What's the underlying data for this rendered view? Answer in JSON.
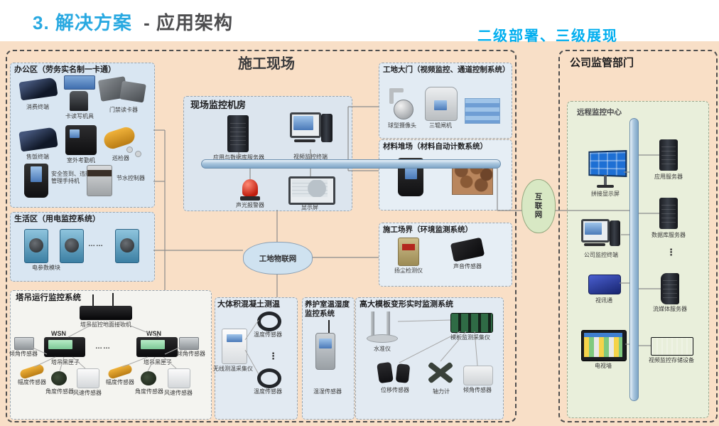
{
  "palette": {
    "accent_blue": "#29a9e1",
    "note_blue": "#00aeef",
    "page_peach": "#f8dfc7",
    "panel_blue": "#d9e6f2",
    "panel_green": "#e9efdb",
    "pipe_blue": "#a9c6de",
    "cloud_blue": "#cfe2f0",
    "cloud_green": "#d8e8c4"
  },
  "header": {
    "title_blue": "3. 解决方案",
    "title_gray": "- 应用架构",
    "deploy_note": "二级部署、三级展现"
  },
  "site": {
    "title": "施工现场",
    "iot_cloud_label": "工地物联网",
    "office": {
      "title": "办公区（劳务实名制一卡通）",
      "devices": [
        {
          "label": "消费终端"
        },
        {
          "label": "卡读写机具"
        },
        {
          "label": "门禁读卡器"
        },
        {
          "label": "售饭终端"
        },
        {
          "label": "室外考勤机"
        },
        {
          "label": "巡检器"
        },
        {
          "label": "安全签到、违规管理手持机"
        },
        {
          "label": "节水控制器"
        }
      ]
    },
    "living": {
      "title": "生活区（用电监控系统）",
      "module_label": "电参数模块",
      "ellipsis": "……"
    },
    "crane": {
      "title": "塔吊运行监控系统",
      "receiver_label": "塔吊监控地面接收机",
      "wsn_left": "WSN",
      "wsn_right": "WSN",
      "blackbox_left_label": "塔吊黑匣子",
      "blackbox_right_label": "塔吊黑匣子",
      "ellipsis": "……",
      "sensors": [
        {
          "label": "倾角传感器"
        },
        {
          "label": "幅度传感器"
        },
        {
          "label": "角度传感器"
        },
        {
          "label": "风速传感器"
        },
        {
          "label": "幅度传感器"
        },
        {
          "label": "角度传感器"
        },
        {
          "label": "风速传感器"
        },
        {
          "label": "倾角传感器"
        }
      ]
    },
    "control_room": {
      "title": "现场监控机房",
      "server_label": "应用与数据库服务器",
      "terminal_label": "视频监控终端",
      "alarm_label": "声光报警器",
      "display_label": "显示屏"
    },
    "gate": {
      "title": "工地大门（视频监控、通道控制系统）",
      "camera_label": "球型摄像头",
      "turnstile_label": "三辊闸机"
    },
    "material": {
      "title": "材料堆场（材料自动计数系统）"
    },
    "boundary": {
      "title": "施工场界（环境监测系统）",
      "dust_label": "扬尘检测仪",
      "sound_label": "声音传感器"
    },
    "concrete": {
      "title": "大体积混凝土测温",
      "collector_label": "无线测温采集仪",
      "sensor_top_label": "温度传感器",
      "sensor_bottom_label": "温度传感器",
      "ellipsis": "⋮"
    },
    "curing": {
      "title": "养护室温湿度监控系统",
      "sensor_label": "温湿传感器"
    },
    "formwork": {
      "title": "高大模板变形实时监测系统",
      "level_label": "水准仪",
      "collector_label": "模板监测采集仪",
      "displacement_label": "位移传感器",
      "force_label": "轴力计",
      "tilt_label": "倾角传感器"
    }
  },
  "internet_cloud_label": "互联网",
  "company": {
    "title": "公司监管部门",
    "center": {
      "title": "远程监控中心",
      "display_wall_label": "拼接显示屏",
      "terminal_label": "公司监控终端",
      "stb_label": "视讯通",
      "tv_label": "电视墙",
      "server1_label": "应用服务器",
      "server2_label": "数据库服务器",
      "server3_label": "流媒体服务器",
      "storage_label": "视频监控存储设备",
      "ellipsis": "⋮"
    }
  }
}
